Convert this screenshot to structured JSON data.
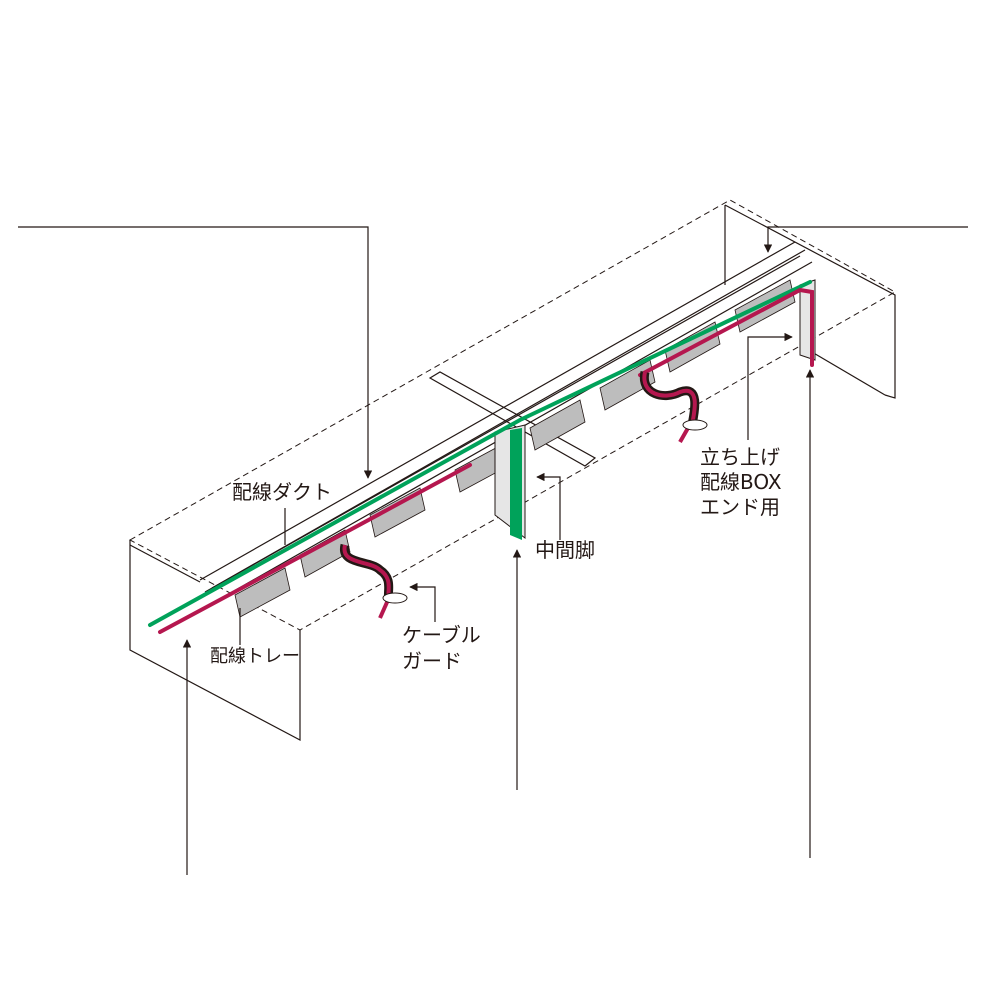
{
  "labels": {
    "duct": "配線ダクト",
    "tray": "配線トレー",
    "cable_guard_line1": "ケーブル",
    "cable_guard_line2": "ガード",
    "middle_leg": "中間脚",
    "riser_line1": "立ち上げ",
    "riser_line2": "配線BOX",
    "riser_line3": "エンド用"
  },
  "colors": {
    "line": "#231815",
    "green_cable": "#00a25a",
    "red_cable": "#b5174f",
    "tray_gray": "#bdbdbd"
  }
}
